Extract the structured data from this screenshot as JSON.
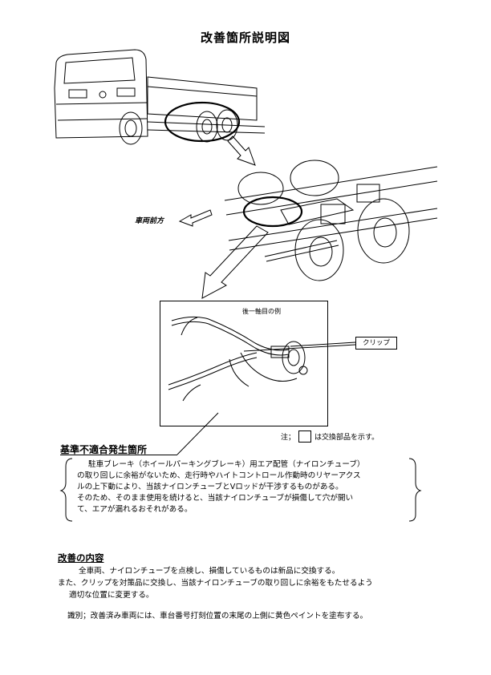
{
  "page": {
    "title": "改善箇所説明図"
  },
  "figure": {
    "vehicle_front_label": "車両前方",
    "inset_caption": "後一軸目の例",
    "clip_label": "クリップ",
    "note_prefix": "注；",
    "note_suffix": "は交換部品を示す。"
  },
  "nonconformity": {
    "heading": "基準不適合発生箇所",
    "lines": [
      "駐車ブレーキ（ホイールパーキングブレーキ）用エア配管（ナイロンチューブ）",
      "の取り回しに余裕がないため、走行時やハイトコントロール作動時のリヤーアクス",
      "ルの上下動により、当該ナイロンチューブとVロッドが干渉するものがある。",
      "そのため、そのまま使用を続けると、当該ナイロンチューブが損傷して穴が開い",
      "て、エアが漏れるおそれがある。"
    ]
  },
  "improvement": {
    "heading": "改善の内容",
    "lines": [
      "全車両、ナイロンチューブを点検し、損傷しているものは新品に交換する。",
      "また、クリップを対策品に交換し、当該ナイロンチューブの取り回しに余裕をもたせるよう",
      "適切な位置に変更する。"
    ],
    "identification": "識別；改善済み車両には、車台番号打刻位置の末尾の上側に黄色ペイントを塗布する。"
  }
}
